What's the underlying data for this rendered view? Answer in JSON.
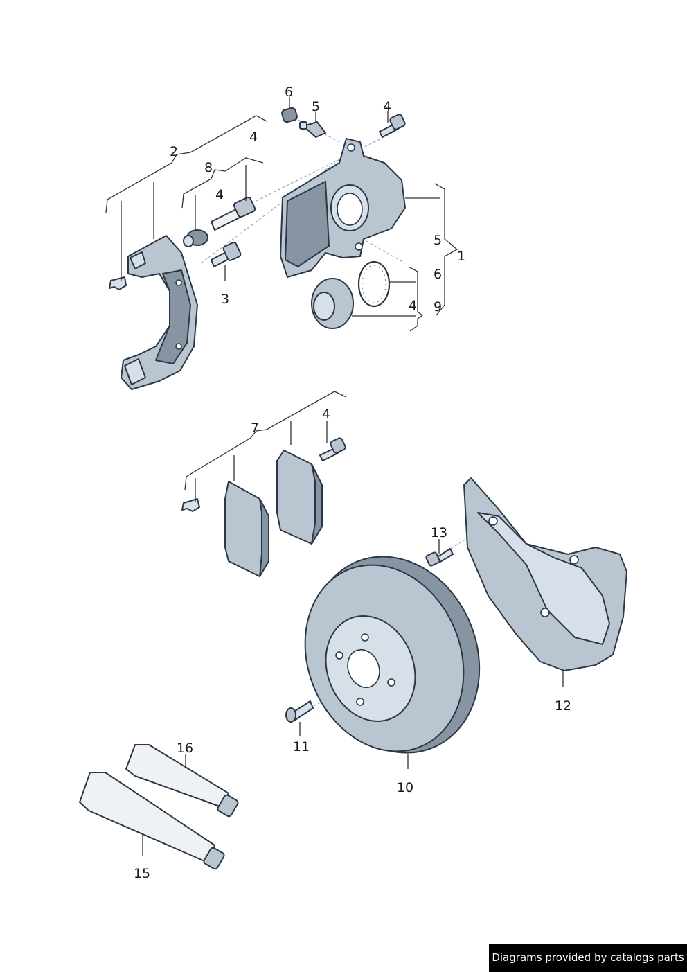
{
  "callouts": {
    "c1": "1",
    "c2": "2",
    "c3": "3",
    "c4a": "4",
    "c4b": "4",
    "c4c": "4",
    "c4d": "4",
    "c4e": "4",
    "c5a": "5",
    "c5b": "5",
    "c6a": "6",
    "c6b": "6",
    "c7": "7",
    "c8": "8",
    "c9": "9",
    "c10": "10",
    "c11": "11",
    "c12": "12",
    "c13": "13",
    "c15": "15",
    "c16": "16"
  },
  "footer": {
    "credit": "Diagrams provided by catalogs parts"
  },
  "colors": {
    "part_fill": "#b9c6d1",
    "outline": "#2b3744",
    "footer_bg": "#000000",
    "footer_text": "#ffffff"
  }
}
